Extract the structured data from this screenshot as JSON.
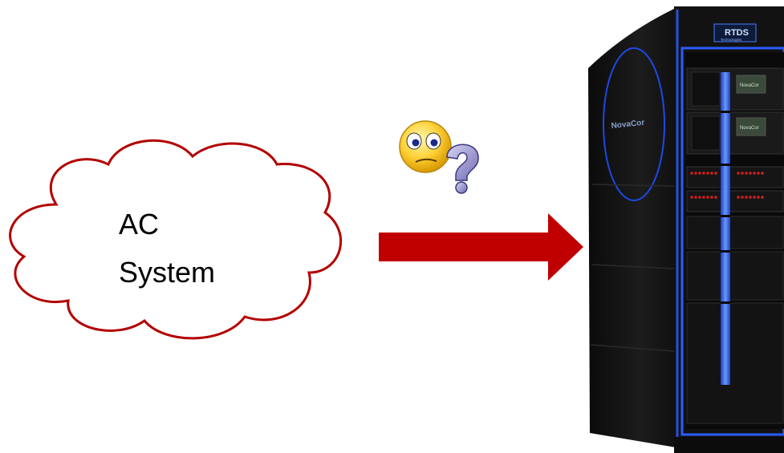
{
  "diagram": {
    "cloud": {
      "line1": "AC",
      "line2": "System"
    },
    "cabinet": {
      "brand": "RTDS",
      "brand_sub": "Technologies",
      "side_logo": "NovaCor",
      "panel_logo": "NovaCor"
    },
    "colors": {
      "arrow": "#c00000",
      "cloud_stroke": "#b30000",
      "cabinet_body": "#141414",
      "accent_glow": "#2a5cff",
      "emoji_face": "#ffd23a",
      "question_mark": "#8a86c8"
    },
    "icons": {
      "confused": "confused-face-icon",
      "question": "question-mark-icon"
    }
  }
}
